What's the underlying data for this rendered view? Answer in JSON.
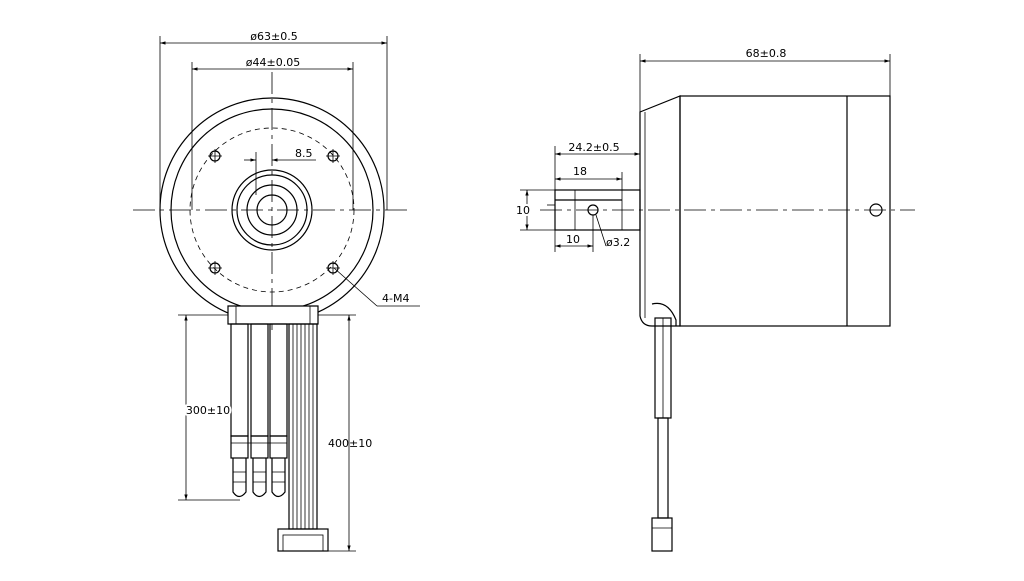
{
  "dimensions": {
    "front_outer_diameter": "ø63±0.5",
    "front_pilot_diameter": "ø44±0.05",
    "shaft_offset": "8.5",
    "mounting_holes": "4-M4",
    "short_lead_length": "300±10",
    "long_lead_length": "400±10",
    "body_length": "68±0.8",
    "shaft_length": "24.2±0.5",
    "flat_length": "18",
    "shaft_height": "10",
    "hole_distance": "10",
    "hole_diameter": "ø3.2"
  }
}
